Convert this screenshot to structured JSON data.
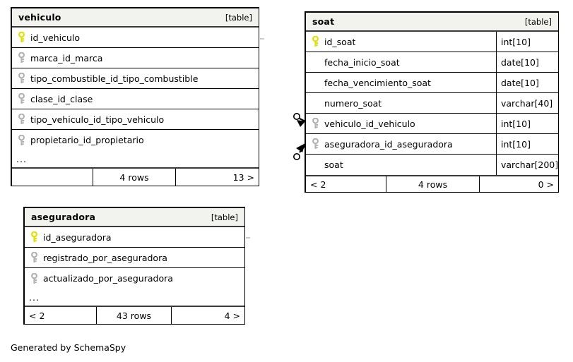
{
  "diagram": {
    "caption": "Generated by SchemaSpy",
    "table_tag": "[table]",
    "ellipsis": "...",
    "key_icon_primary": "key-icon-primary",
    "key_icon_foreign": "key-icon-foreign",
    "colors": {
      "background": "#ffffff",
      "title_bar": "#f2f2ee",
      "border": "#000000",
      "primary_key": "#e8e800",
      "foreign_key": "#b3b3b3",
      "text": "#000000"
    }
  },
  "tables": [
    {
      "id": "vehiculo",
      "name": "vehiculo",
      "tag": "[table]",
      "has_type_column": false,
      "columns": [
        {
          "name": "id_vehiculo",
          "key": "primary",
          "type": ""
        },
        {
          "name": "marca_id_marca",
          "key": "foreign",
          "type": ""
        },
        {
          "name": "tipo_combustible_id_tipo_combustible",
          "key": "foreign",
          "type": ""
        },
        {
          "name": "clase_id_clase",
          "key": "foreign",
          "type": ""
        },
        {
          "name": "tipo_vehiculo_id_tipo_vehiculo",
          "key": "foreign",
          "type": ""
        },
        {
          "name": "propietario_id_propietario",
          "key": "foreign",
          "type": ""
        }
      ],
      "truncated": true,
      "footer": {
        "prev": "",
        "rows": "4 rows",
        "next": "13 >"
      }
    },
    {
      "id": "soat",
      "name": "soat",
      "tag": "[table]",
      "has_type_column": true,
      "columns": [
        {
          "name": "id_soat",
          "key": "primary",
          "type": "int[10]"
        },
        {
          "name": "fecha_inicio_soat",
          "key": "none",
          "type": "date[10]"
        },
        {
          "name": "fecha_vencimiento_soat",
          "key": "none",
          "type": "date[10]"
        },
        {
          "name": "numero_soat",
          "key": "none",
          "type": "varchar[40]"
        },
        {
          "name": "vehiculo_id_vehiculo",
          "key": "foreign",
          "type": "int[10]"
        },
        {
          "name": "aseguradora_id_aseguradora",
          "key": "foreign",
          "type": "int[10]"
        },
        {
          "name": "soat",
          "key": "none",
          "type": "varchar[200]"
        }
      ],
      "truncated": false,
      "footer": {
        "prev": "< 2",
        "rows": "4 rows",
        "next": "0 >"
      }
    },
    {
      "id": "aseguradora",
      "name": "aseguradora",
      "tag": "[table]",
      "has_type_column": false,
      "columns": [
        {
          "name": "id_aseguradora",
          "key": "primary",
          "type": ""
        },
        {
          "name": "registrado_por_aseguradora",
          "key": "foreign",
          "type": ""
        },
        {
          "name": "actualizado_por_aseguradora",
          "key": "foreign",
          "type": ""
        }
      ],
      "truncated": true,
      "footer": {
        "prev": "< 2",
        "rows": "43 rows",
        "next": "4 >"
      }
    }
  ],
  "relationships": [
    {
      "from": "vehiculo.id_vehiculo",
      "to": "soat.vehiculo_id_vehiculo"
    },
    {
      "from": "aseguradora.id_aseguradora",
      "to": "soat.aseguradora_id_aseguradora"
    }
  ]
}
